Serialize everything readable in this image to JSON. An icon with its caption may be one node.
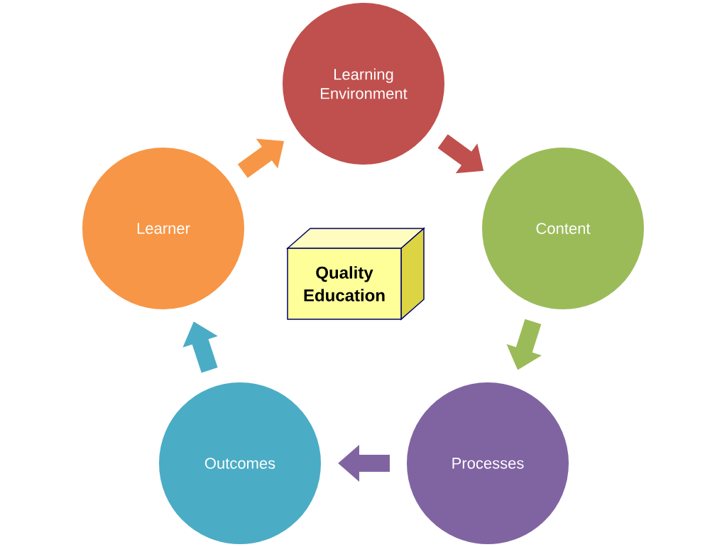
{
  "diagram": {
    "nodes": [
      {
        "text": [
          "Learning Environment"
        ]
      },
      {
        "text": [
          "Content"
        ]
      },
      {
        "text": [
          "Processes"
        ]
      },
      {
        "text": [
          "Outcomes"
        ]
      },
      {
        "text": [
          "Learner"
        ]
      },
      {
        "text": [
          "Quality Education"
        ]
      }
    ],
    "edges": [
      {
        "from": 0,
        "to": 1,
        "arrow": "to",
        "color": "#c0504d"
      },
      {
        "from": 1,
        "to": 2,
        "arrow": "to",
        "color": "#9bbb59"
      },
      {
        "from": 2,
        "to": 3,
        "arrow": "to",
        "color": "#8064a2"
      },
      {
        "from": 3,
        "to": 4,
        "arrow": "to",
        "color": "#4bacc6"
      },
      {
        "from": 4,
        "to": 0,
        "arrow": "to",
        "color": "#f79646"
      }
    ]
  }
}
